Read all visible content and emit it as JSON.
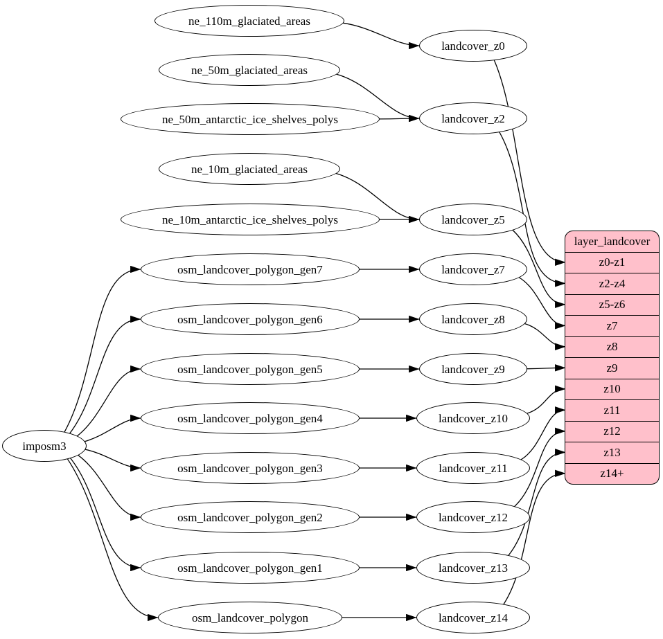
{
  "diagram": {
    "kind": "graphviz-flow",
    "colors": {
      "background": "#ffffff",
      "node_fill": "#ffffff",
      "node_border": "#000000",
      "edge": "#000000",
      "table_fill": "#ffc0cb",
      "table_border": "#000000"
    }
  },
  "nodes": [
    {
      "id": "imposm3",
      "label": "imposm3"
    },
    {
      "id": "ne_110m_glaciated_areas",
      "label": "ne_110m_glaciated_areas"
    },
    {
      "id": "ne_50m_glaciated_areas",
      "label": "ne_50m_glaciated_areas"
    },
    {
      "id": "ne_50m_antarctic_ice_shelves_polys",
      "label": "ne_50m_antarctic_ice_shelves_polys"
    },
    {
      "id": "ne_10m_glaciated_areas",
      "label": "ne_10m_glaciated_areas"
    },
    {
      "id": "ne_10m_antarctic_ice_shelves_polys",
      "label": "ne_10m_antarctic_ice_shelves_polys"
    },
    {
      "id": "osm_landcover_polygon_gen7",
      "label": "osm_landcover_polygon_gen7"
    },
    {
      "id": "osm_landcover_polygon_gen6",
      "label": "osm_landcover_polygon_gen6"
    },
    {
      "id": "osm_landcover_polygon_gen5",
      "label": "osm_landcover_polygon_gen5"
    },
    {
      "id": "osm_landcover_polygon_gen4",
      "label": "osm_landcover_polygon_gen4"
    },
    {
      "id": "osm_landcover_polygon_gen3",
      "label": "osm_landcover_polygon_gen3"
    },
    {
      "id": "osm_landcover_polygon_gen2",
      "label": "osm_landcover_polygon_gen2"
    },
    {
      "id": "osm_landcover_polygon_gen1",
      "label": "osm_landcover_polygon_gen1"
    },
    {
      "id": "osm_landcover_polygon",
      "label": "osm_landcover_polygon"
    },
    {
      "id": "landcover_z0",
      "label": "landcover_z0"
    },
    {
      "id": "landcover_z2",
      "label": "landcover_z2"
    },
    {
      "id": "landcover_z5",
      "label": "landcover_z5"
    },
    {
      "id": "landcover_z7",
      "label": "landcover_z7"
    },
    {
      "id": "landcover_z8",
      "label": "landcover_z8"
    },
    {
      "id": "landcover_z9",
      "label": "landcover_z9"
    },
    {
      "id": "landcover_z10",
      "label": "landcover_z10"
    },
    {
      "id": "landcover_z11",
      "label": "landcover_z11"
    },
    {
      "id": "landcover_z12",
      "label": "landcover_z12"
    },
    {
      "id": "landcover_z13",
      "label": "landcover_z13"
    },
    {
      "id": "landcover_z14",
      "label": "landcover_z14"
    }
  ],
  "table": {
    "title": "layer_landcover",
    "rows": [
      "z0-z1",
      "z2-z4",
      "z5-z6",
      "z7",
      "z8",
      "z9",
      "z10",
      "z11",
      "z12",
      "z13",
      "z14+"
    ]
  },
  "edges": [
    [
      "ne_110m_glaciated_areas",
      "landcover_z0"
    ],
    [
      "ne_50m_glaciated_areas",
      "landcover_z2"
    ],
    [
      "ne_50m_antarctic_ice_shelves_polys",
      "landcover_z2"
    ],
    [
      "ne_10m_glaciated_areas",
      "landcover_z5"
    ],
    [
      "ne_10m_antarctic_ice_shelves_polys",
      "landcover_z5"
    ],
    [
      "imposm3",
      "osm_landcover_polygon_gen7"
    ],
    [
      "imposm3",
      "osm_landcover_polygon_gen6"
    ],
    [
      "imposm3",
      "osm_landcover_polygon_gen5"
    ],
    [
      "imposm3",
      "osm_landcover_polygon_gen4"
    ],
    [
      "imposm3",
      "osm_landcover_polygon_gen3"
    ],
    [
      "imposm3",
      "osm_landcover_polygon_gen2"
    ],
    [
      "imposm3",
      "osm_landcover_polygon_gen1"
    ],
    [
      "imposm3",
      "osm_landcover_polygon"
    ],
    [
      "osm_landcover_polygon_gen7",
      "landcover_z7"
    ],
    [
      "osm_landcover_polygon_gen6",
      "landcover_z8"
    ],
    [
      "osm_landcover_polygon_gen5",
      "landcover_z9"
    ],
    [
      "osm_landcover_polygon_gen4",
      "landcover_z10"
    ],
    [
      "osm_landcover_polygon_gen3",
      "landcover_z11"
    ],
    [
      "osm_landcover_polygon_gen2",
      "landcover_z12"
    ],
    [
      "osm_landcover_polygon_gen1",
      "landcover_z13"
    ],
    [
      "osm_landcover_polygon",
      "landcover_z14"
    ],
    [
      "landcover_z0",
      "z0-z1"
    ],
    [
      "landcover_z2",
      "z2-z4"
    ],
    [
      "landcover_z5",
      "z5-z6"
    ],
    [
      "landcover_z7",
      "z7"
    ],
    [
      "landcover_z8",
      "z8"
    ],
    [
      "landcover_z9",
      "z9"
    ],
    [
      "landcover_z10",
      "z10"
    ],
    [
      "landcover_z11",
      "z11"
    ],
    [
      "landcover_z12",
      "z12"
    ],
    [
      "landcover_z13",
      "z13"
    ],
    [
      "landcover_z14",
      "z14+"
    ]
  ]
}
